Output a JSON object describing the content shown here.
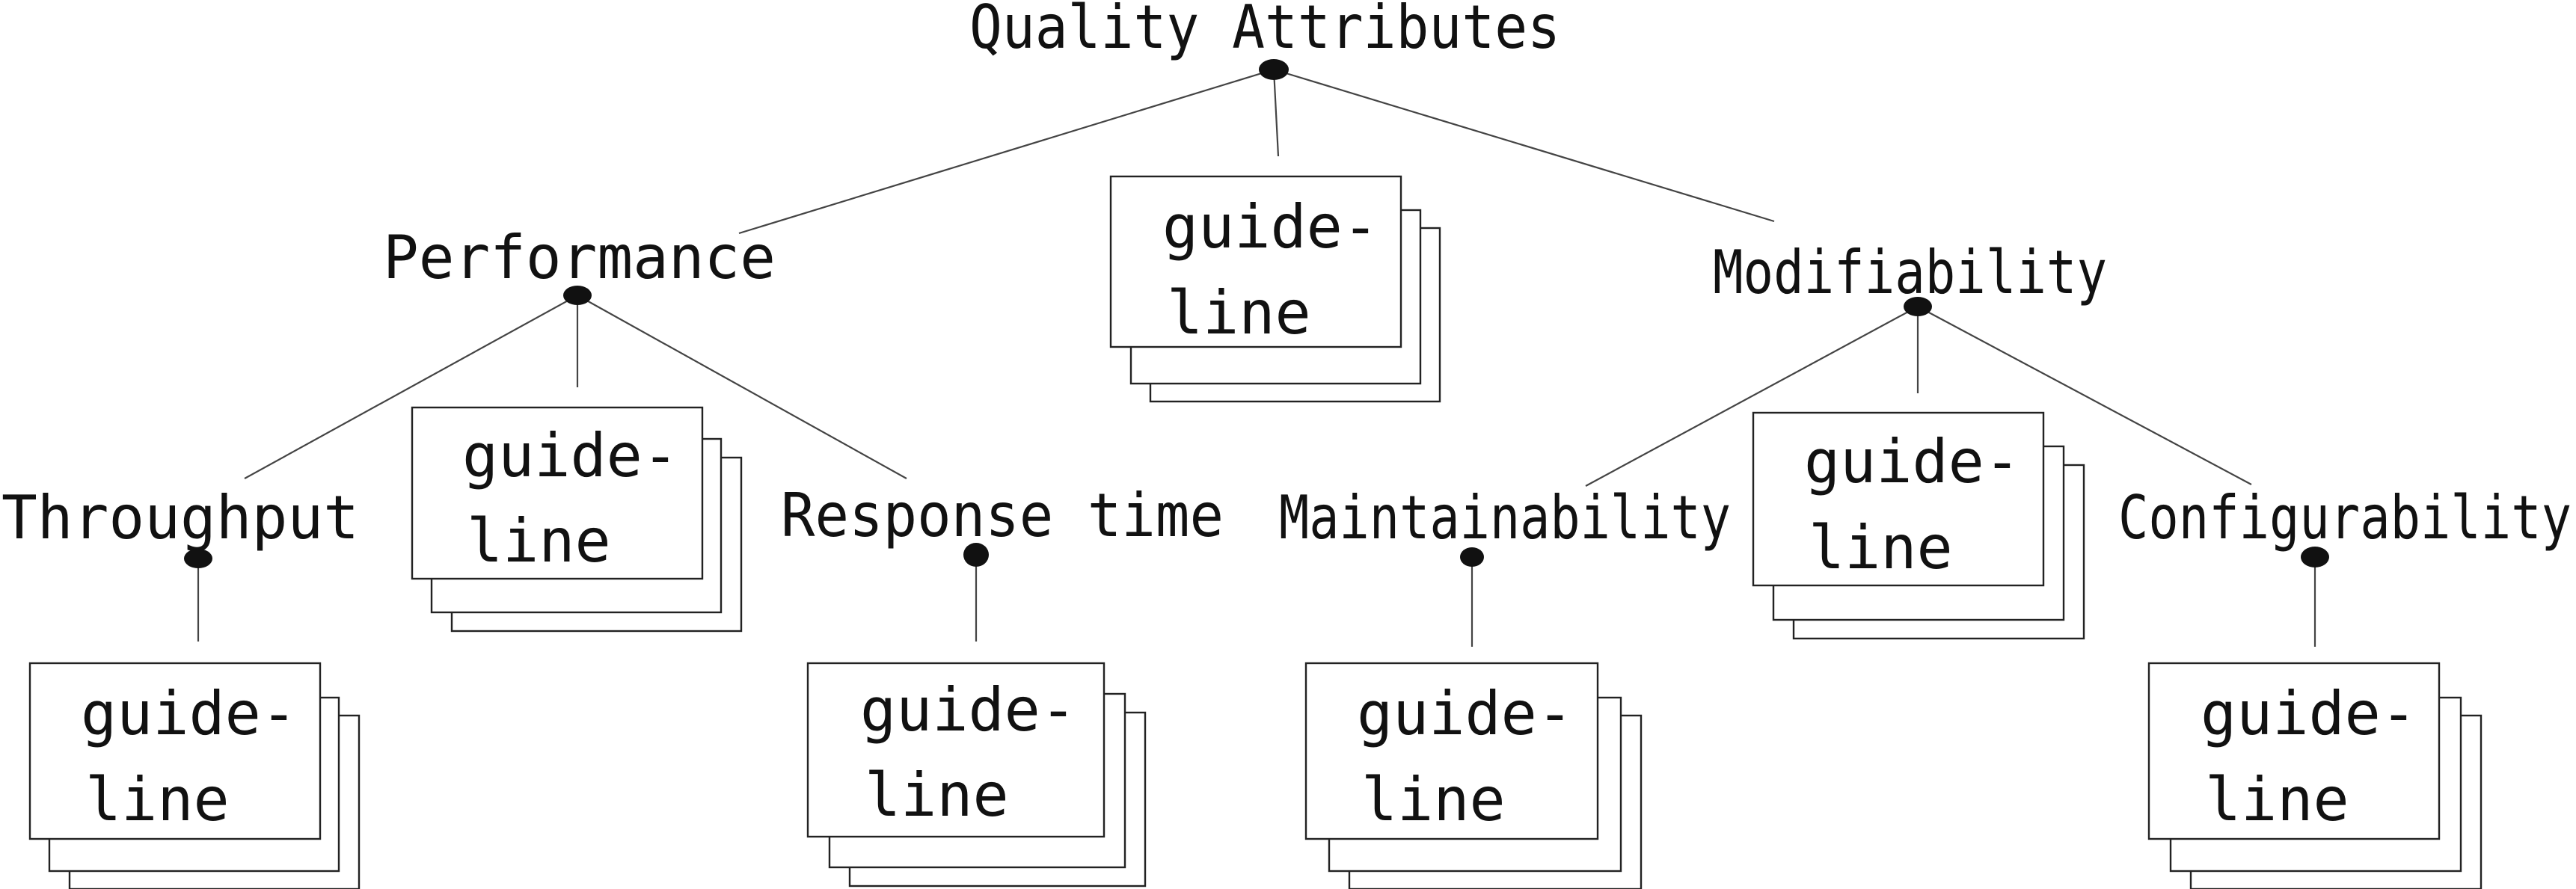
{
  "diagram": {
    "root": {
      "label": "Quality Attributes"
    },
    "categories": [
      {
        "label": "Performance"
      },
      {
        "label": "Modifiability"
      }
    ],
    "leaves": [
      {
        "label": "Throughput"
      },
      {
        "label": "Response time"
      },
      {
        "label": "Maintainability"
      },
      {
        "label": "Configurability"
      }
    ],
    "card_text": {
      "line1": "guide-",
      "line2": "line"
    },
    "colors": {
      "ink": "#111111",
      "line": "#444444",
      "card_fill": "#ffffff"
    }
  }
}
